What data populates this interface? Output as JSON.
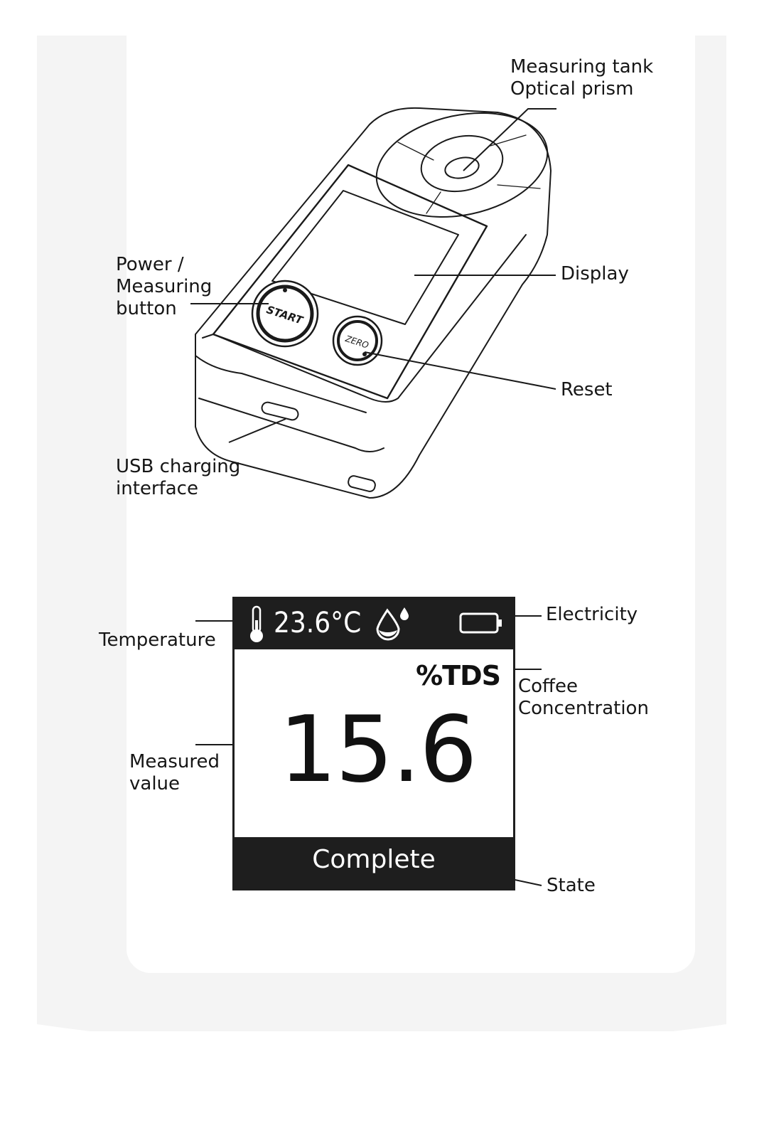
{
  "callouts": {
    "prism": "Measuring tank\nOptical prism",
    "power": "Power /\nMeasuring\nbutton",
    "display": "Display",
    "reset": "Reset",
    "usb": "USB charging\ninterface",
    "temperature": "Temperature",
    "electricity": "Electricity",
    "concentration": "Coffee\nConcentration",
    "measured": "Measured\nvalue",
    "state": "State"
  },
  "device": {
    "start_button": "START",
    "zero_button": "ZERO"
  },
  "screen": {
    "temperature": "23.6°C",
    "unit": "%TDS",
    "value": "15.6",
    "state": "Complete"
  },
  "icons": [
    "thermometer-icon",
    "water-drop-icon",
    "battery-icon"
  ],
  "colors": {
    "screen_bar": "#1e1e1e",
    "frame": "#f4f4f4",
    "line_art": "#1a1a1a"
  }
}
